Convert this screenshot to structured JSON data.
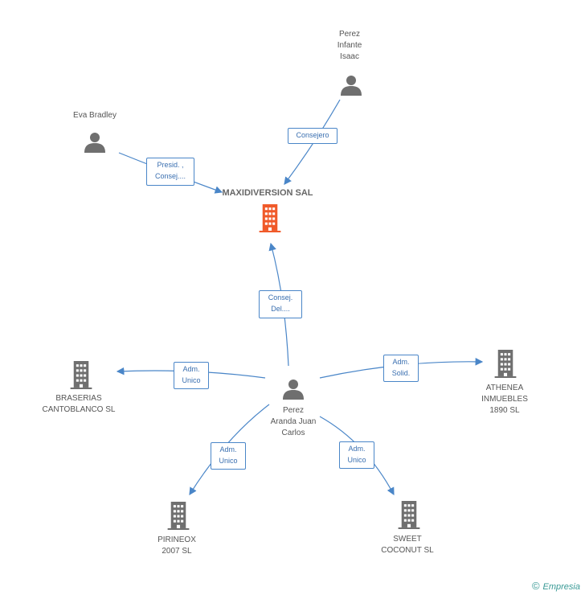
{
  "nodes": {
    "maxidiversion": {
      "label": "MAXIDIVERSION SAL",
      "type": "company",
      "color": "#f05a2a"
    },
    "eva": {
      "label": "Eva Bradley",
      "type": "person"
    },
    "perez_infante": {
      "label": "Perez\nInfante\nIsaac",
      "type": "person"
    },
    "perez_aranda": {
      "label": "Perez\nAranda Juan\nCarlos",
      "type": "person"
    },
    "braserias": {
      "label": "BRASERIAS\nCANTOBLANCO SL",
      "type": "company"
    },
    "athenea": {
      "label": "ATHENEA\nINMUEBLES\n1890 SL",
      "type": "company"
    },
    "pirineox": {
      "label": "PIRINEOX\n2007 SL",
      "type": "company"
    },
    "sweet": {
      "label": "SWEET\nCOCONUT SL",
      "type": "company"
    }
  },
  "edges": {
    "presid": "Presid. ,\nConsej....",
    "consejero": "Consejero",
    "consej_del": "Consej.\nDel....",
    "adm_unico_brass": "Adm.\nUnico",
    "adm_solid": "Adm.\nSolid.",
    "adm_unico_piri": "Adm.\nUnico",
    "adm_unico_sweet": "Adm.\nUnico"
  },
  "colors": {
    "edge": "#4a86c8",
    "icon": "#6f6f6f",
    "highlight": "#f05a2a"
  },
  "brand": {
    "symbol": "©",
    "name": "Empresia"
  }
}
